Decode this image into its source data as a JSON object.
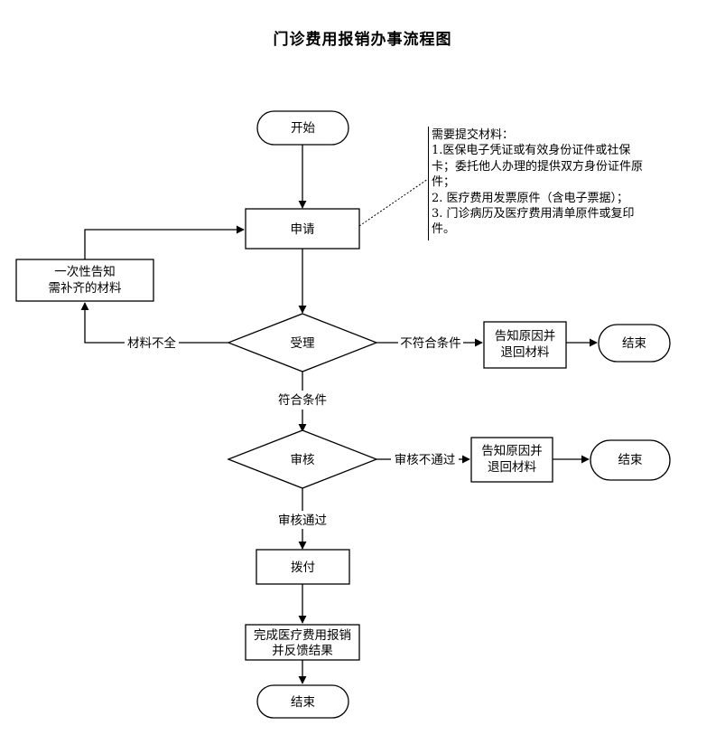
{
  "title": "门诊费用报销办事流程图",
  "nodes": {
    "start": "开始",
    "apply": "申请",
    "notify_once_l1": "一次性告知",
    "notify_once_l2": "需补齐的材料",
    "accept": "受理",
    "reject_notice_1_l1": "告知原因并",
    "reject_notice_1_l2": "退回材料",
    "end_1": "结束",
    "review": "审核",
    "reject_notice_2_l1": "告知原因并",
    "reject_notice_2_l2": "退回材料",
    "end_2": "结束",
    "payment": "拨付",
    "complete_l1": "完成医疗费用报销",
    "complete_l2": "并反馈结果",
    "end_final": "结束"
  },
  "edges": {
    "incomplete": "材料不全",
    "not_qualified": "不符合条件",
    "qualified": "符合条件",
    "review_fail": "审核不通过",
    "review_pass": "审核通过"
  },
  "note": {
    "lines": [
      "需要提交材料：",
      "1.医保电子凭证或有效身份证件或社保",
      "卡；委托他人办理的提供双方身份证件原",
      "件；",
      "2. 医疗费用发票原件（含电子票据）；",
      "3. 门诊病历及医疗费用清单原件或复印",
      "件。"
    ]
  }
}
